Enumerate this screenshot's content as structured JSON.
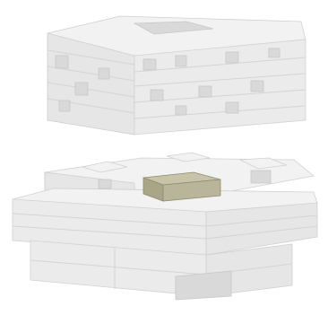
{
  "title": "",
  "colors": {
    "background": "#ffffff",
    "block_light": "#f2f2f2",
    "block_mid": "#e6e6e6",
    "block_edge": "#d0d0d0",
    "highlight_volume": "#b8b59a"
  },
  "components": [
    {
      "name": "upper-block-assembly"
    },
    {
      "name": "lower-block-assembly"
    },
    {
      "name": "highlighted-void-volume"
    }
  ]
}
